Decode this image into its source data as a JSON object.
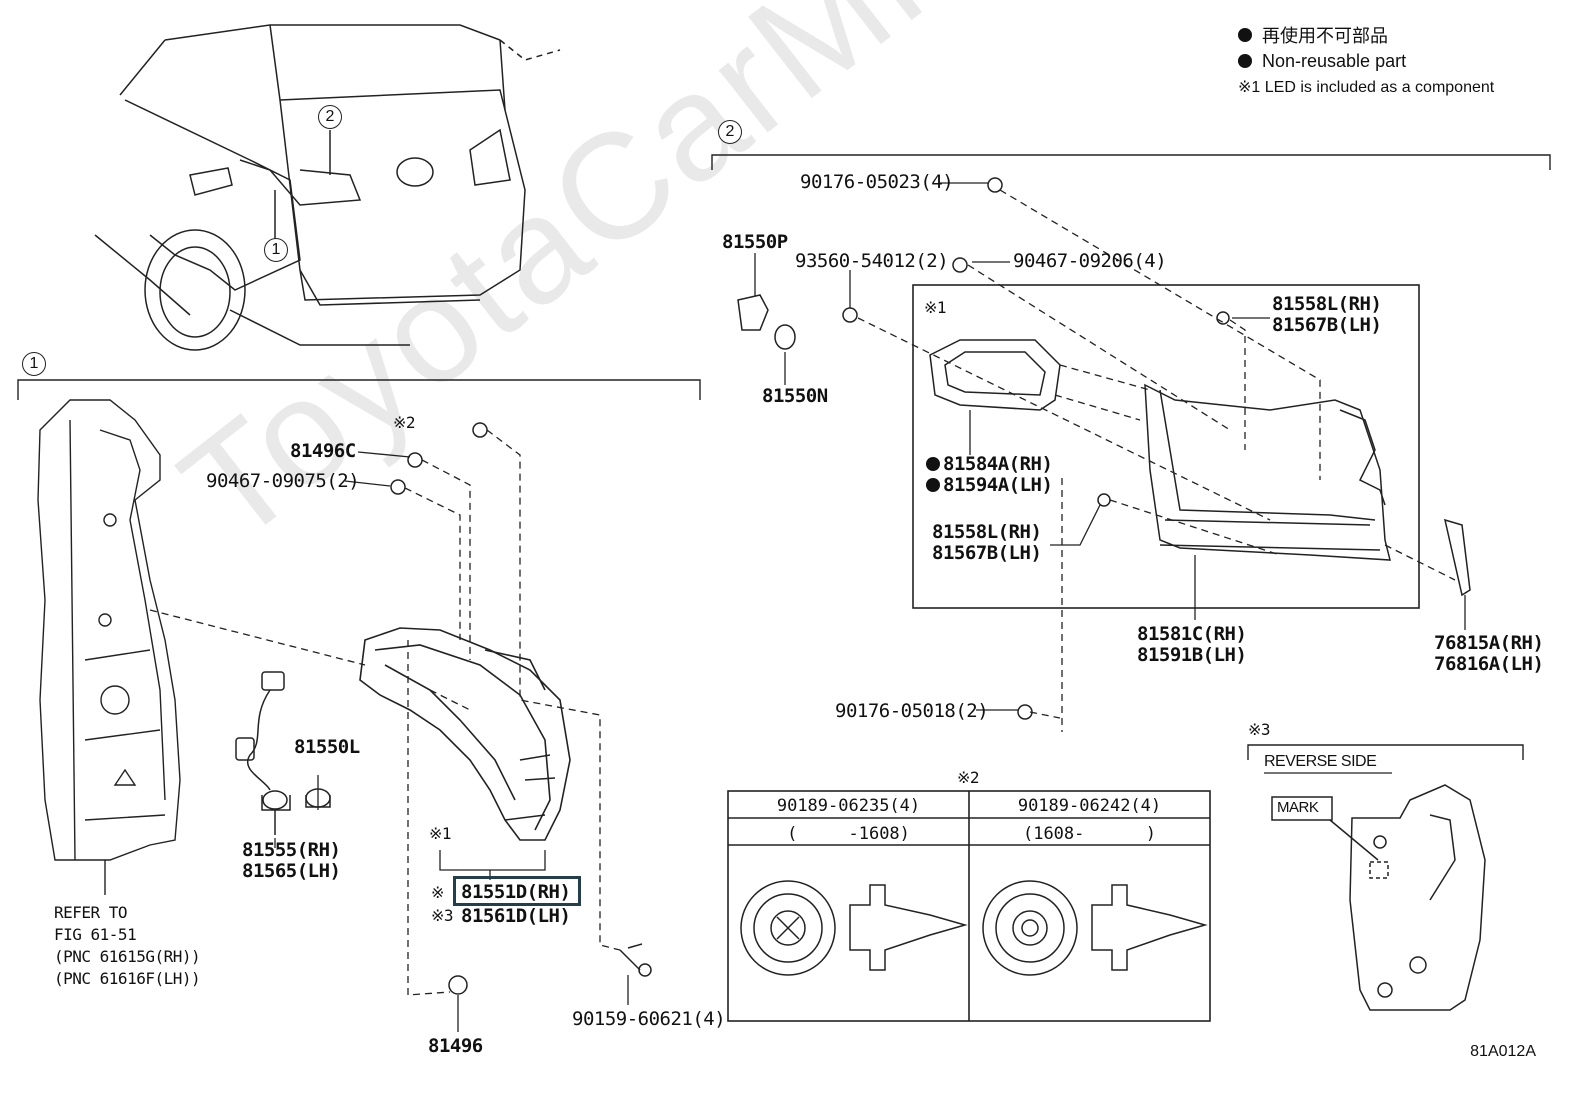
{
  "watermark": "ToyotaCarMine.ru",
  "legend": {
    "line1": "再使用不可部品",
    "line2": "Non-reusable part",
    "line3": "※1 LED is included as a component"
  },
  "callouts": {
    "c1": "1",
    "c2": "2"
  },
  "group1": {
    "marker_2": "※2",
    "p81496c": "81496C",
    "p90467_09075": "90467-09075(2)",
    "p81550l": "81550L",
    "p81555": "81555(RH)",
    "p81565": "81565(LH)",
    "marker_1": "※1",
    "p81551d_prefix": "※",
    "p81551d": "81551D(RH)",
    "p81561d_prefix": "※3",
    "p81561d": "81561D(LH)",
    "refer1": "REFER TO",
    "refer2": "FIG 61-51",
    "refer3": "(PNC 61615G(RH))",
    "refer4": "(PNC 61616F(LH))",
    "p90159": "90159-60621(4)",
    "p81496": "81496"
  },
  "group2": {
    "p90176_05023": "90176-05023(4)",
    "p81550p": "81550P",
    "p93560": "93560-54012(2)",
    "p90467_09206": "90467-09206(4)",
    "marker_1": "※1",
    "p81558l_a": "81558L(RH)",
    "p81567b_a": "81567B(LH)",
    "p81550n": "81550N",
    "p81584a": "81584A(RH)",
    "p81594a": "81594A(LH)",
    "p81558l_b": "81558L(RH)",
    "p81567b_b": "81567B(LH)",
    "p81581c": "81581C(RH)",
    "p81591b": "81591B(LH)",
    "p76815a": "76815A(RH)",
    "p76816a": "76816A(LH)",
    "p90176_05018": "90176-05018(2)"
  },
  "table": {
    "marker": "※2",
    "col1_part": "90189-06235(4)",
    "col2_part": "90189-06242(4)",
    "col1_range": "(     -1608)",
    "col2_range": "(1608-      )"
  },
  "reverse": {
    "marker": "※3",
    "title": "REVERSE SIDE",
    "mark": "MARK"
  },
  "figure_code": "81A012A"
}
